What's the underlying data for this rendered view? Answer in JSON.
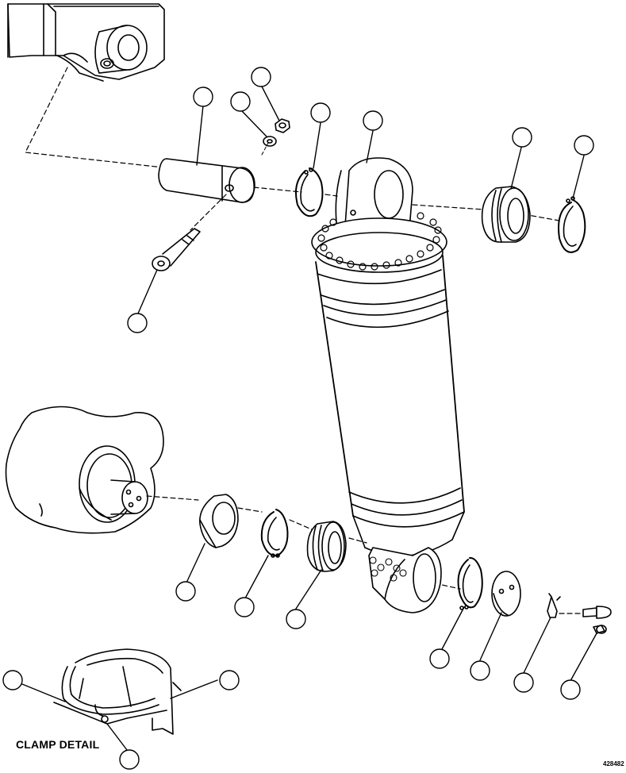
{
  "diagram": {
    "clamp_label": "CLAMP DETAIL",
    "figure_number": "428482",
    "callouts": [
      {
        "id": "pin"
      },
      {
        "id": "washer"
      },
      {
        "id": "nut"
      },
      {
        "id": "snap-ring-upper-left"
      },
      {
        "id": "cylinder"
      },
      {
        "id": "bearing-upper"
      },
      {
        "id": "snap-ring-upper-right"
      },
      {
        "id": "bolt-upper"
      },
      {
        "id": "spacer"
      },
      {
        "id": "snap-ring-lower-left"
      },
      {
        "id": "bearing-lower"
      },
      {
        "id": "snap-ring-lower-right"
      },
      {
        "id": "retainer-plate"
      },
      {
        "id": "lock-tab"
      },
      {
        "id": "bolt-lower"
      },
      {
        "id": "clamp-band"
      },
      {
        "id": "clamp-bracket"
      },
      {
        "id": "clamp-screw"
      }
    ]
  }
}
